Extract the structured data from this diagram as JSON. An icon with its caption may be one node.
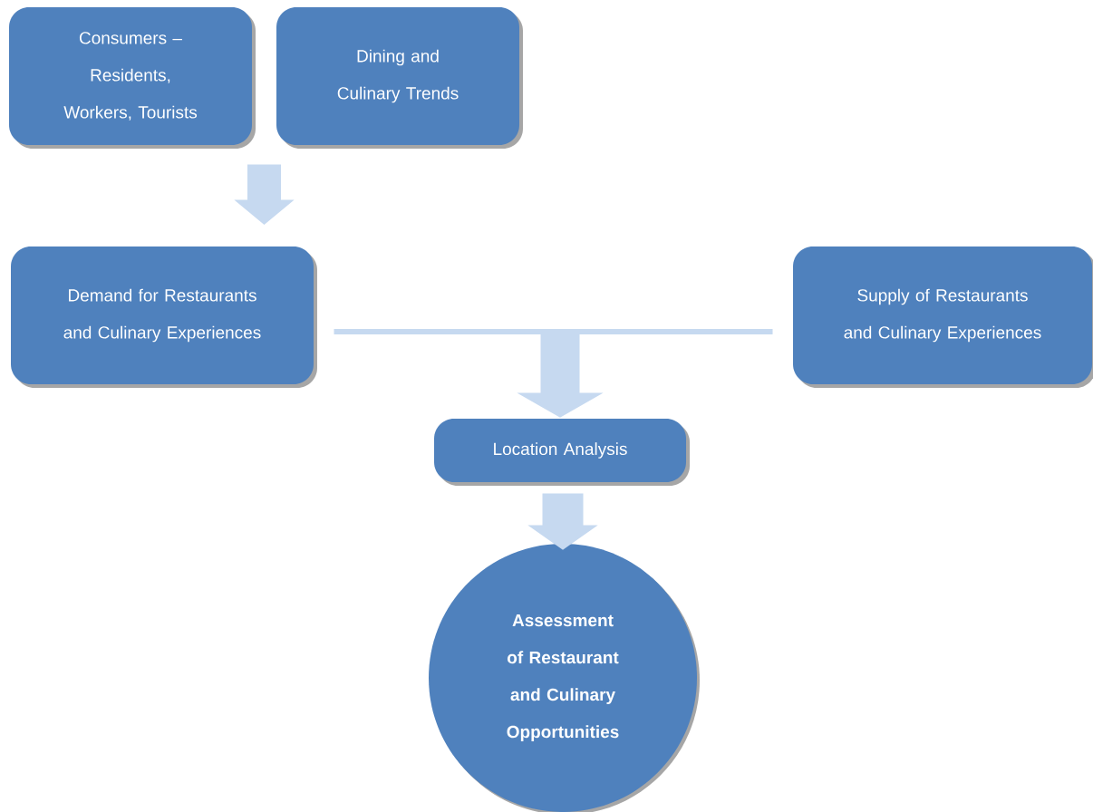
{
  "diagram": {
    "nodes": [
      {
        "text": [
          "Consumers – Residents, Workers, Tourists"
        ]
      },
      {
        "text": [
          "Dining and Culinary Trends"
        ]
      },
      {
        "text": [
          "Demand for Restaurants and Culinary Experiences"
        ]
      },
      {
        "text": [
          "Supply of Restaurants and Culinary Experiences"
        ]
      },
      {
        "text": [
          "Location Analysis"
        ]
      },
      {
        "text": [
          "Assessment of Restaurant and Culinary Opportunities"
        ]
      }
    ],
    "edges": [
      {
        "from": 0,
        "to": 2,
        "arrow": "to"
      },
      {
        "from": 1,
        "to": 2,
        "arrow": "to"
      },
      {
        "from": 2,
        "to": 4,
        "arrow": "to"
      },
      {
        "from": 3,
        "to": 4,
        "arrow": "to"
      },
      {
        "from": 4,
        "to": 5,
        "arrow": "to"
      }
    ]
  }
}
